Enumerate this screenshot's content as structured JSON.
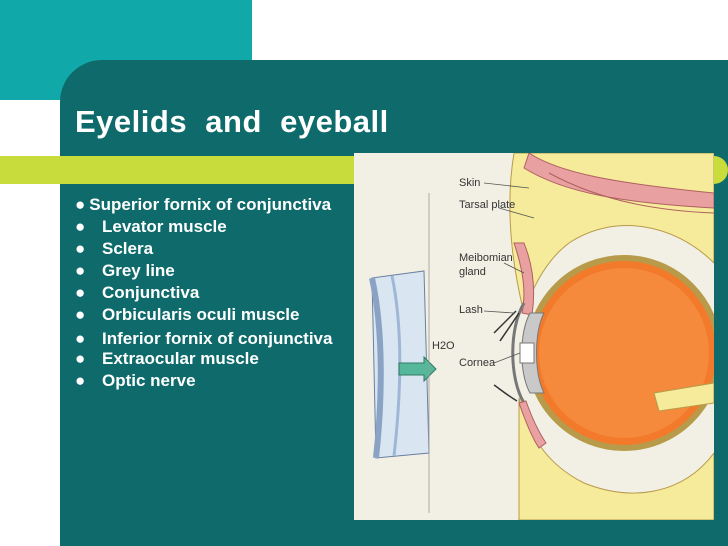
{
  "slide": {
    "title": "Eyelids  and  eyeball",
    "bullets": [
      "Superior fornix of conjunctiva",
      "Levator muscle",
      "Sclera",
      "Grey line",
      "Conjunctiva",
      "Orbicularis oculi muscle",
      "Inferior fornix of conjunctiva",
      "Extraocular muscle",
      "Optic nerve"
    ],
    "bullet_glyph": "●"
  },
  "figure": {
    "labels": {
      "skin": "Skin",
      "tarsal_plate": "Tarsal plate",
      "meibomian": "Meibomian",
      "gland": "gland",
      "lash": "Lash",
      "cornea": "Cornea",
      "h2o": "H2O"
    }
  },
  "colors": {
    "teal_light": "#10a8a8",
    "teal_dark": "#0f6b6b",
    "accent_bar": "#c8dc3c",
    "eyeball_orange": "#f37a2a",
    "fat_yellow": "#f5eb9a",
    "muscle_pink": "#e8a0a0"
  }
}
